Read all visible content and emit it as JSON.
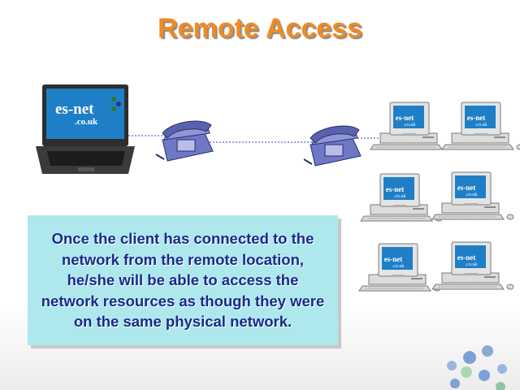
{
  "title": "Remote Access",
  "description": "Once the client has connected to the network from the remote location, he/she will be able to access the network resources as though they were on the same physical network.",
  "laptop": {
    "logo_main": "es-net",
    "logo_sub": ".co.uk"
  },
  "workstation_logo": {
    "main": "es-net",
    "sub": ".co.uk"
  },
  "colors": {
    "title": "#f28a22",
    "box_fill": "#aee8ec",
    "box_text": "#1a2a8c",
    "phone": "#6f78c4",
    "line": "#3a3ad0"
  },
  "icons": [
    "laptop-icon",
    "telephone-icon",
    "telephone-icon",
    "workstation-icon",
    "decorative-dots"
  ]
}
